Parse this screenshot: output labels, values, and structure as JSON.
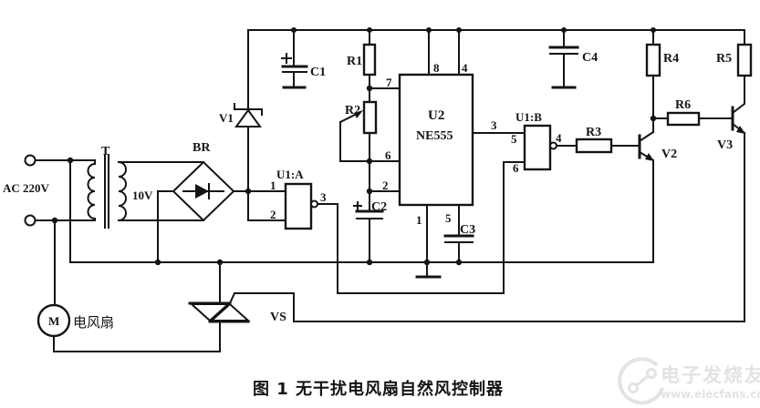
{
  "diagram": {
    "caption": "图 1  无干扰电风扇自然风控制器",
    "watermark": {
      "name": "电子发烧友",
      "url": "www.elecfans.com"
    },
    "power": {
      "ac_input": "AC 220V",
      "transformer": "T",
      "secondary_voltage": "10V",
      "bridge": "BR",
      "zener": "V1"
    },
    "ics": {
      "u2": "U2",
      "u2_part": "NE555",
      "u1a": "U1:A",
      "u1b": "U1:B"
    },
    "pins": {
      "u2_7": "7",
      "u2_6": "6",
      "u2_2": "2",
      "u2_8": "8",
      "u2_4": "4",
      "u2_3": "3",
      "u2_1": "1",
      "u2_5": "5",
      "u1a_1": "1",
      "u1a_2": "2",
      "u1a_3": "3",
      "u1b_5": "5",
      "u1b_6": "6",
      "u1b_4": "4"
    },
    "parts": {
      "c1": "C1",
      "c2": "C2",
      "c3": "C3",
      "c4": "C4",
      "r1": "R1",
      "r2": "R2",
      "r3": "R3",
      "r4": "R4",
      "r5": "R5",
      "r6": "R6",
      "v2": "V2",
      "v3": "V3",
      "vs": "VS",
      "motor": "M",
      "fan": "电风扇"
    }
  }
}
